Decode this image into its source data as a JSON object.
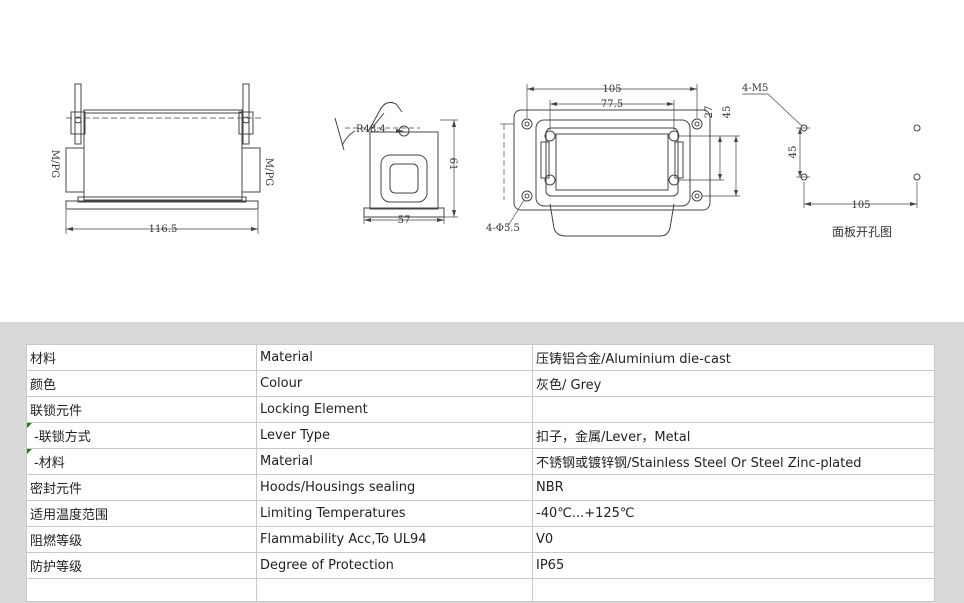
{
  "drawing": {
    "dims": {
      "mpg": "M/PG",
      "w116": "116.5",
      "r48": "R48.4",
      "h61": "61",
      "w57": "57",
      "w105": "105",
      "w77": "77.5",
      "d27": "27",
      "d45": "45",
      "holes": "4-Φ5.5",
      "m5": "4-M5",
      "c45": "45",
      "c105": "105"
    },
    "cutout_caption": "面板开孔图"
  },
  "spec_table": {
    "rows": [
      {
        "cn": "材料",
        "en": "Material",
        "value": "压铸铝合金/Aluminium die-cast"
      },
      {
        "cn": "颜色",
        "en": "Colour",
        "value": "灰色/ Grey"
      },
      {
        "cn": "联锁元件",
        "en": "Locking Element",
        "value": ""
      },
      {
        "cn": " -联锁方式",
        "en": "Lever Type",
        "value": "扣子，金属/Lever，Metal"
      },
      {
        "cn": " -材料",
        "en": "Material",
        "value": "不锈钢或镀锌钢/Stainless Steel Or Steel Zinc-plated"
      },
      {
        "cn": "密封元件",
        "en": "Hoods/Housings sealing",
        "value": "NBR"
      },
      {
        "cn": "适用温度范围",
        "en": "Limiting Temperatures",
        "value": "-40℃...+125℃"
      },
      {
        "cn": "阻燃等级",
        "en": "Flammability Acc,To UL94",
        "value": "V0"
      },
      {
        "cn": "防护等级",
        "en": "Degree of Protection",
        "value": "IP65"
      }
    ]
  }
}
